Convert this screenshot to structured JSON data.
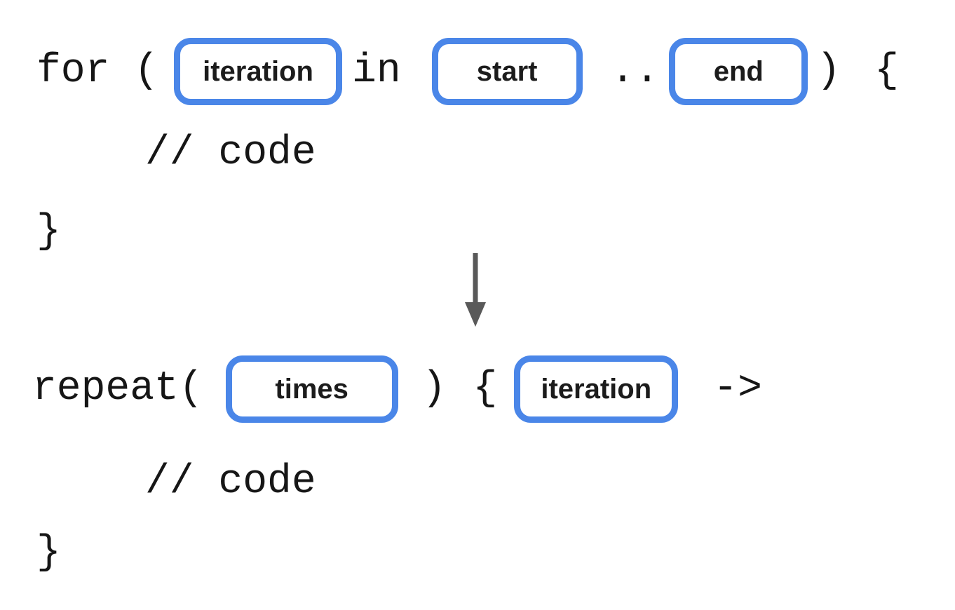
{
  "colors": {
    "slot_border": "#4A86E8",
    "arrow": "#595959",
    "code_text": "#161616",
    "label_text": "#1c1c1c"
  },
  "for_block": {
    "keyword": "for (",
    "iteration_slot": "iteration",
    "in_keyword": "in",
    "start_slot": "start",
    "range_operator": "..",
    "end_slot": "end",
    "close_paren": ")",
    "open_brace": "{",
    "body_comment": "// code",
    "close_brace": "}"
  },
  "transform_arrow": {
    "icon": "down-arrow"
  },
  "repeat_block": {
    "keyword": "repeat(",
    "times_slot": "times",
    "close_paren": ")",
    "open_brace": "{",
    "iteration_slot": "iteration",
    "lambda_arrow": "->",
    "body_comment": "// code",
    "close_brace": "}"
  }
}
